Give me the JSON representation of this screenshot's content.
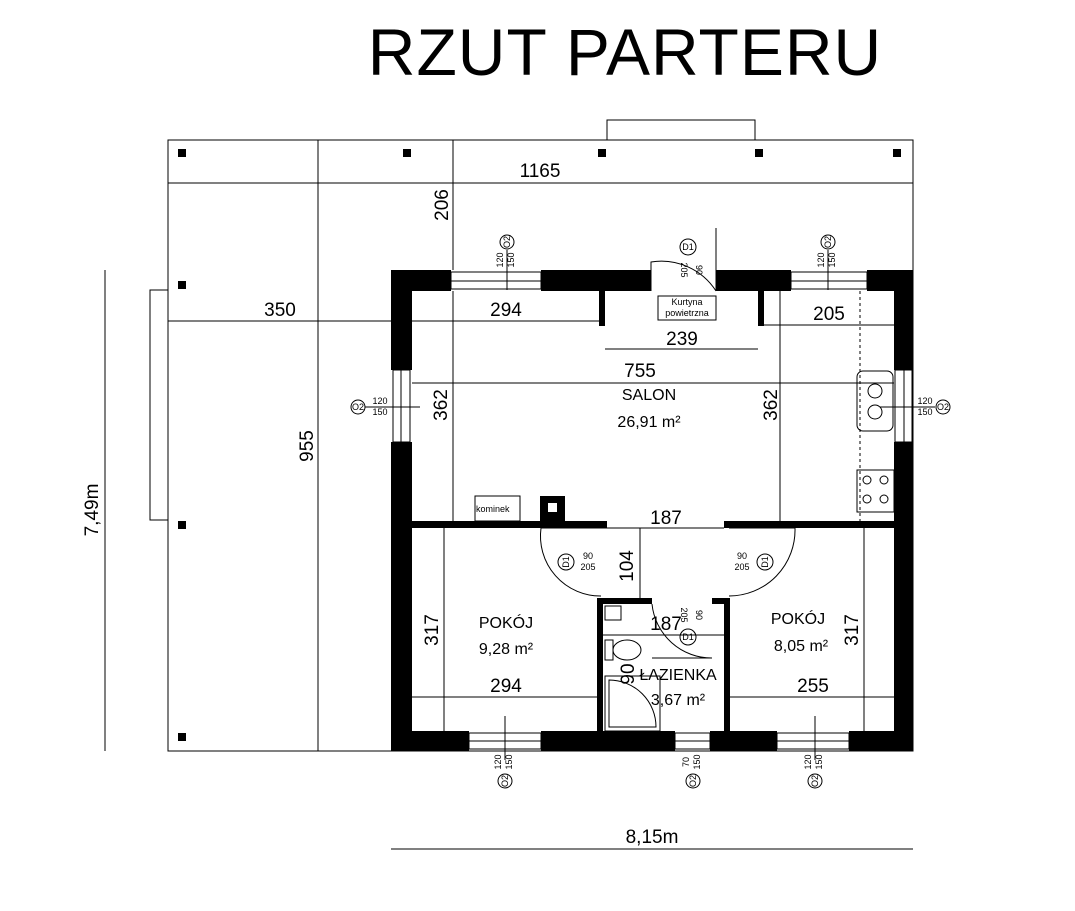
{
  "title": "RZUT PARTERU",
  "overall_dims": {
    "width": "8,15m",
    "depth": "7,49m"
  },
  "dimensions": {
    "terrace_width": "1165",
    "terrace_depth": "955",
    "offset_top": "206",
    "offset_left": "350",
    "salon_width": "755",
    "salon_left_seg": "294",
    "salon_right_seg": "205",
    "entrance_seg": "239",
    "salon_depth_left": "362",
    "salon_depth_right": "362",
    "hall_width": "187",
    "hall_depth": "104",
    "left_room_depth": "317",
    "right_room_depth": "317",
    "left_room_width": "294",
    "right_room_width": "255",
    "bath_width": "187",
    "bath_dim_vertical": "90"
  },
  "rooms": {
    "salon": {
      "name": "SALON",
      "area": "26,91 m²"
    },
    "pokoj_left": {
      "name": "POKÓJ",
      "area": "9,28 m²"
    },
    "lazienka": {
      "name": "ŁAZIENKA",
      "area": "3,67 m²"
    },
    "pokoj_right": {
      "name": "POKÓJ",
      "area": "8,05 m²"
    }
  },
  "labels": {
    "kominek": "kominek",
    "kurtyna_line1": "Kurtyna",
    "kurtyna_line2": "powietrzna"
  },
  "doors": {
    "entrance": {
      "tag": "D1",
      "w": "90",
      "h": "205"
    },
    "left_room": {
      "tag": "D1",
      "w": "90",
      "h": "205"
    },
    "right_room": {
      "tag": "D1",
      "w": "90",
      "h": "205"
    },
    "bath": {
      "tag": "D1",
      "w": "90",
      "h": "205"
    }
  },
  "windows": {
    "top_left": {
      "tag": "O2",
      "w": "120",
      "h": "150"
    },
    "top_right": {
      "tag": "O2",
      "w": "120",
      "h": "150"
    },
    "left_side": {
      "tag": "O2",
      "w": "120",
      "h": "150"
    },
    "right_side": {
      "tag": "O2",
      "w": "120",
      "h": "150"
    },
    "bottom_left": {
      "tag": "O2",
      "w": "120",
      "h": "150"
    },
    "bottom_mid": {
      "tag": "O2",
      "w": "70",
      "h": "150"
    },
    "bottom_right": {
      "tag": "O2",
      "w": "120",
      "h": "150"
    }
  }
}
